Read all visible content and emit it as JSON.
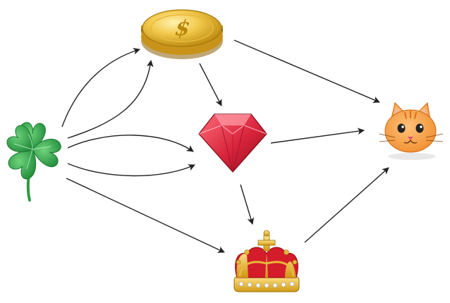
{
  "diagram": {
    "nodes": [
      {
        "id": "clover",
        "icon": "four-leaf-clover-icon"
      },
      {
        "id": "coin",
        "icon": "gold-dollar-coin-icon"
      },
      {
        "id": "ruby",
        "icon": "red-ruby-gem-icon"
      },
      {
        "id": "crown",
        "icon": "royal-crown-icon"
      },
      {
        "id": "cat",
        "icon": "cat-face-icon"
      }
    ],
    "edges": [
      {
        "from": "clover",
        "to": "coin"
      },
      {
        "from": "clover",
        "to": "coin"
      },
      {
        "from": "clover",
        "to": "ruby"
      },
      {
        "from": "clover",
        "to": "ruby"
      },
      {
        "from": "clover",
        "to": "crown"
      },
      {
        "from": "coin",
        "to": "ruby"
      },
      {
        "from": "coin",
        "to": "cat"
      },
      {
        "from": "ruby",
        "to": "cat"
      },
      {
        "from": "ruby",
        "to": "crown"
      },
      {
        "from": "crown",
        "to": "cat"
      }
    ]
  }
}
